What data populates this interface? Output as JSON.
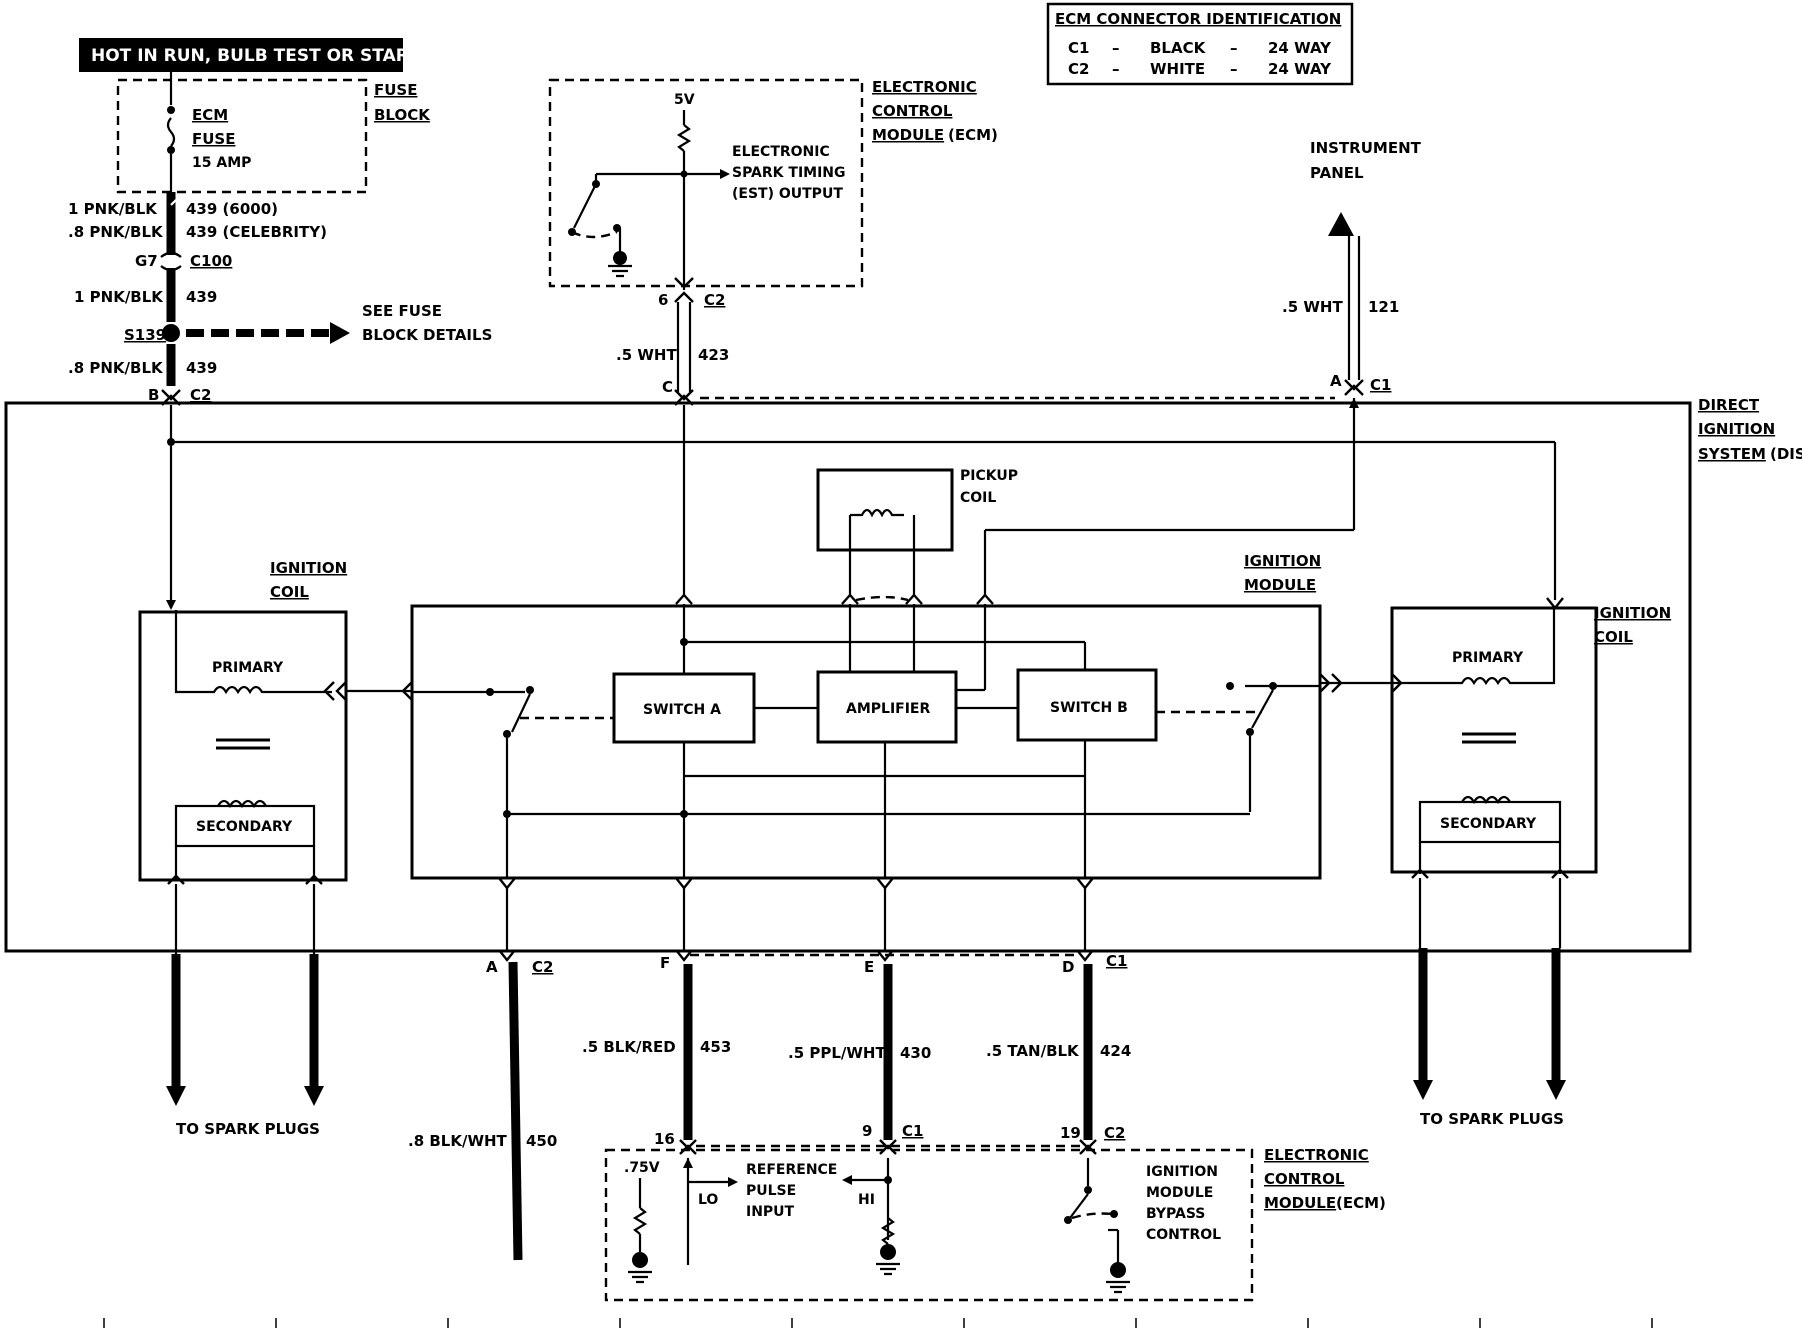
{
  "header_banner": "HOT IN RUN, BULB TEST OR START",
  "ecm_connector_id": {
    "title": "ECM CONNECTOR IDENTIFICATION",
    "rows": [
      {
        "id": "C1",
        "dash1": "–",
        "color": "BLACK",
        "dash2": "–",
        "way": "24 WAY"
      },
      {
        "id": "C2",
        "dash1": "–",
        "color": "WHITE",
        "dash2": "–",
        "way": "24 WAY"
      }
    ]
  },
  "fuse_block": {
    "label_1": "FUSE",
    "label_2": "BLOCK",
    "fuse_1": "ECM",
    "fuse_2": "FUSE",
    "rating": "15 AMP"
  },
  "feed_wires": {
    "w1_gauge": "1 PNK/BLK",
    "w1_circuit": "439 (6000)",
    "w2_gauge": ".8 PNK/BLK",
    "w2_circuit": "439 (CELEBRITY)",
    "conn_g": "G7",
    "conn_name": "C100",
    "w3_gauge": "1 PNK/BLK",
    "w3_circuit": "439",
    "splice": "S139",
    "see_1": "SEE FUSE",
    "see_2": "BLOCK DETAILS",
    "w4_gauge": ".8 PNK/BLK",
    "w4_circuit": "439",
    "pin_b": "B",
    "pin_b_conn": "C2"
  },
  "ecm_top": {
    "label_1": "ELECTRONIC",
    "label_2": "CONTROL",
    "label_3": "MODULE",
    "label_4": "(ECM)",
    "voltage": "5V",
    "est_1": "ELECTRONIC",
    "est_2": "SPARK TIMING",
    "est_3": "(EST) OUTPUT",
    "pin": "6",
    "pin_conn": "C2",
    "wire_gauge": ".5 WHT",
    "wire_circuit": "423",
    "dis_pin": "C"
  },
  "instrument_panel": {
    "label_1": "INSTRUMENT",
    "label_2": "PANEL",
    "wire_gauge": ".5 WHT",
    "wire_circuit": "121",
    "pin": "A",
    "pin_conn": "C1"
  },
  "dis": {
    "label_1": "DIRECT",
    "label_2": "IGNITION",
    "label_3": "SYSTEM",
    "label_4": "(DIS)"
  },
  "coil_left": {
    "label_1": "IGNITION",
    "label_2": "COIL",
    "primary": "PRIMARY",
    "secondary": "SECONDARY"
  },
  "coil_right": {
    "label_1": "IGNITION",
    "label_2": "COIL",
    "primary": "PRIMARY",
    "secondary": "SECONDARY"
  },
  "pickup": {
    "label_1": "PICKUP",
    "label_2": "COIL"
  },
  "ignition_module": {
    "label_1": "IGNITION",
    "label_2": "MODULE",
    "switch_a": "SWITCH A",
    "amplifier": "AMPLIFIER",
    "switch_b": "SWITCH B"
  },
  "bottom_wires": {
    "a_pin": "A",
    "a_conn": "C2",
    "a_gauge": ".8 BLK/WHT",
    "a_circuit": "450",
    "f_pin": "F",
    "f_gauge": ".5 BLK/RED",
    "f_circuit": "453",
    "f_ecm_pin": "16",
    "e_pin": "E",
    "e_gauge": ".5 PPL/WHT",
    "e_circuit": "430",
    "e_ecm_pin": "9",
    "e_ecm_conn": "C1",
    "d_pin": "D",
    "d_conn": "C1",
    "d_gauge": ".5 TAN/BLK",
    "d_circuit": "424",
    "d_ecm_pin": "19",
    "d_ecm_conn": "C2"
  },
  "spark_left": "TO SPARK PLUGS",
  "spark_right": "TO SPARK PLUGS",
  "ecm_bottom": {
    "label_1": "ELECTRONIC",
    "label_2": "CONTROL",
    "label_3": "MODULE",
    "label_4": "(ECM)",
    "voltage": ".75V",
    "ref_1": "REFERENCE",
    "ref_2": "PULSE",
    "ref_3": "INPUT",
    "lo": "LO",
    "hi": "HI",
    "byp_1": "IGNITION",
    "byp_2": "MODULE",
    "byp_3": "BYPASS",
    "byp_4": "CONTROL"
  }
}
